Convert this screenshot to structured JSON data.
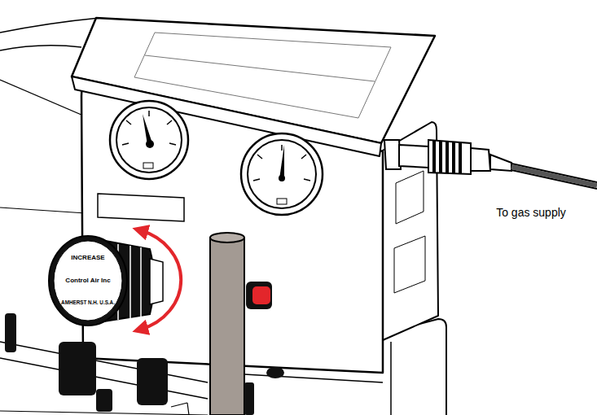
{
  "diagram": {
    "labels": [
      "INCREASE",
      "Control Air Inc",
      "AMHERST N.H. U.S.A.",
      "To gas supply"
    ]
  }
}
